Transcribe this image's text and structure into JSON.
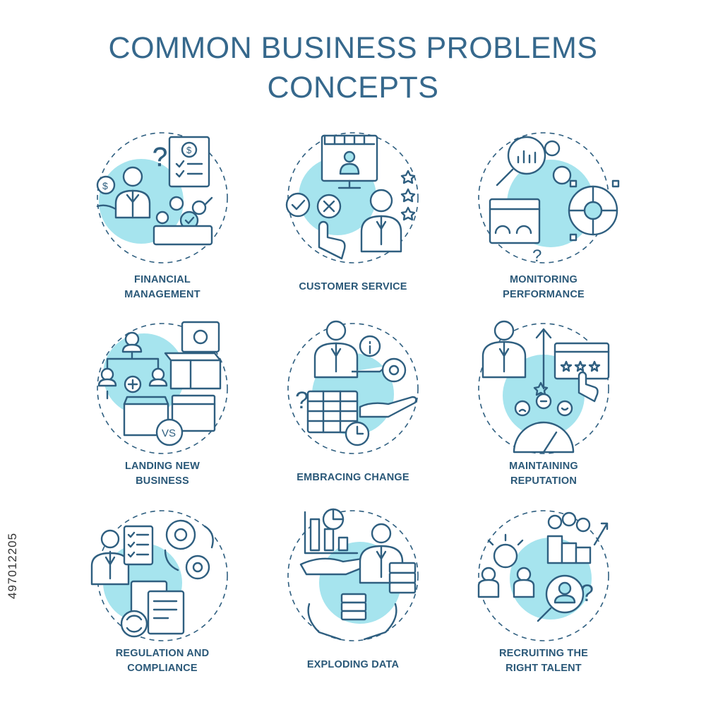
{
  "title": {
    "line1": "COMMON BUSINESS PROBLEMS",
    "line2": "CONCEPTS"
  },
  "concepts": [
    {
      "icon": "financial-management-icon",
      "line1": "FINANCIAL",
      "line2": "MANAGEMENT"
    },
    {
      "icon": "customer-service-icon",
      "line1": "CUSTOMER SERVICE",
      "line2": ""
    },
    {
      "icon": "monitoring-performance-icon",
      "line1": "MONITORING",
      "line2": "PERFORMANCE"
    },
    {
      "icon": "landing-new-business-icon",
      "line1": "LANDING NEW",
      "line2": "BUSINESS"
    },
    {
      "icon": "embracing-change-icon",
      "line1": "EMBRACING CHANGE",
      "line2": ""
    },
    {
      "icon": "maintaining-reputation-icon",
      "line1": "MAINTAINING",
      "line2": "REPUTATION"
    },
    {
      "icon": "regulation-compliance-icon",
      "line1": "REGULATION AND",
      "line2": "COMPLIANCE"
    },
    {
      "icon": "exploding-data-icon",
      "line1": "EXPLODING DATA",
      "line2": ""
    },
    {
      "icon": "recruiting-talent-icon",
      "line1": "RECRUITING THE",
      "line2": "RIGHT TALENT"
    }
  ],
  "side_id": "497012205",
  "colors": {
    "accent": "#a6e4ee",
    "stroke": "#2f5f80",
    "title": "#36688c"
  }
}
